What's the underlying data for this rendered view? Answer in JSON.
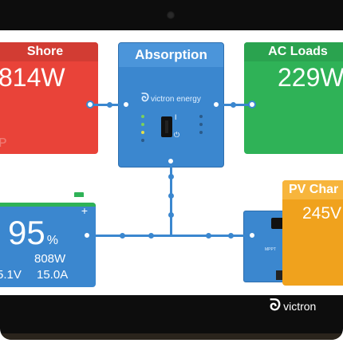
{
  "shore": {
    "title": "Shore",
    "power": "814W",
    "icon": "plug-icon"
  },
  "inverter": {
    "state": "Absorption",
    "brand": "victron energy",
    "switch_on_label": "I",
    "switch_off_label": "⏻"
  },
  "ac_loads": {
    "title": "AC Loads",
    "power": "229W"
  },
  "battery": {
    "soc": "95",
    "soc_unit": "%",
    "power": "808W",
    "voltage": "5.1V",
    "current": "15.0A",
    "plus_label": "+"
  },
  "pv_charger": {
    "title": "PV Char",
    "power": "245V"
  },
  "mppt_label": "MPPT",
  "footer": {
    "brand": "victron"
  },
  "colors": {
    "shore_red": "#e94339",
    "inverter_blue": "#3b87cf",
    "loads_green": "#2fb257",
    "pv_orange": "#f0a21d"
  }
}
